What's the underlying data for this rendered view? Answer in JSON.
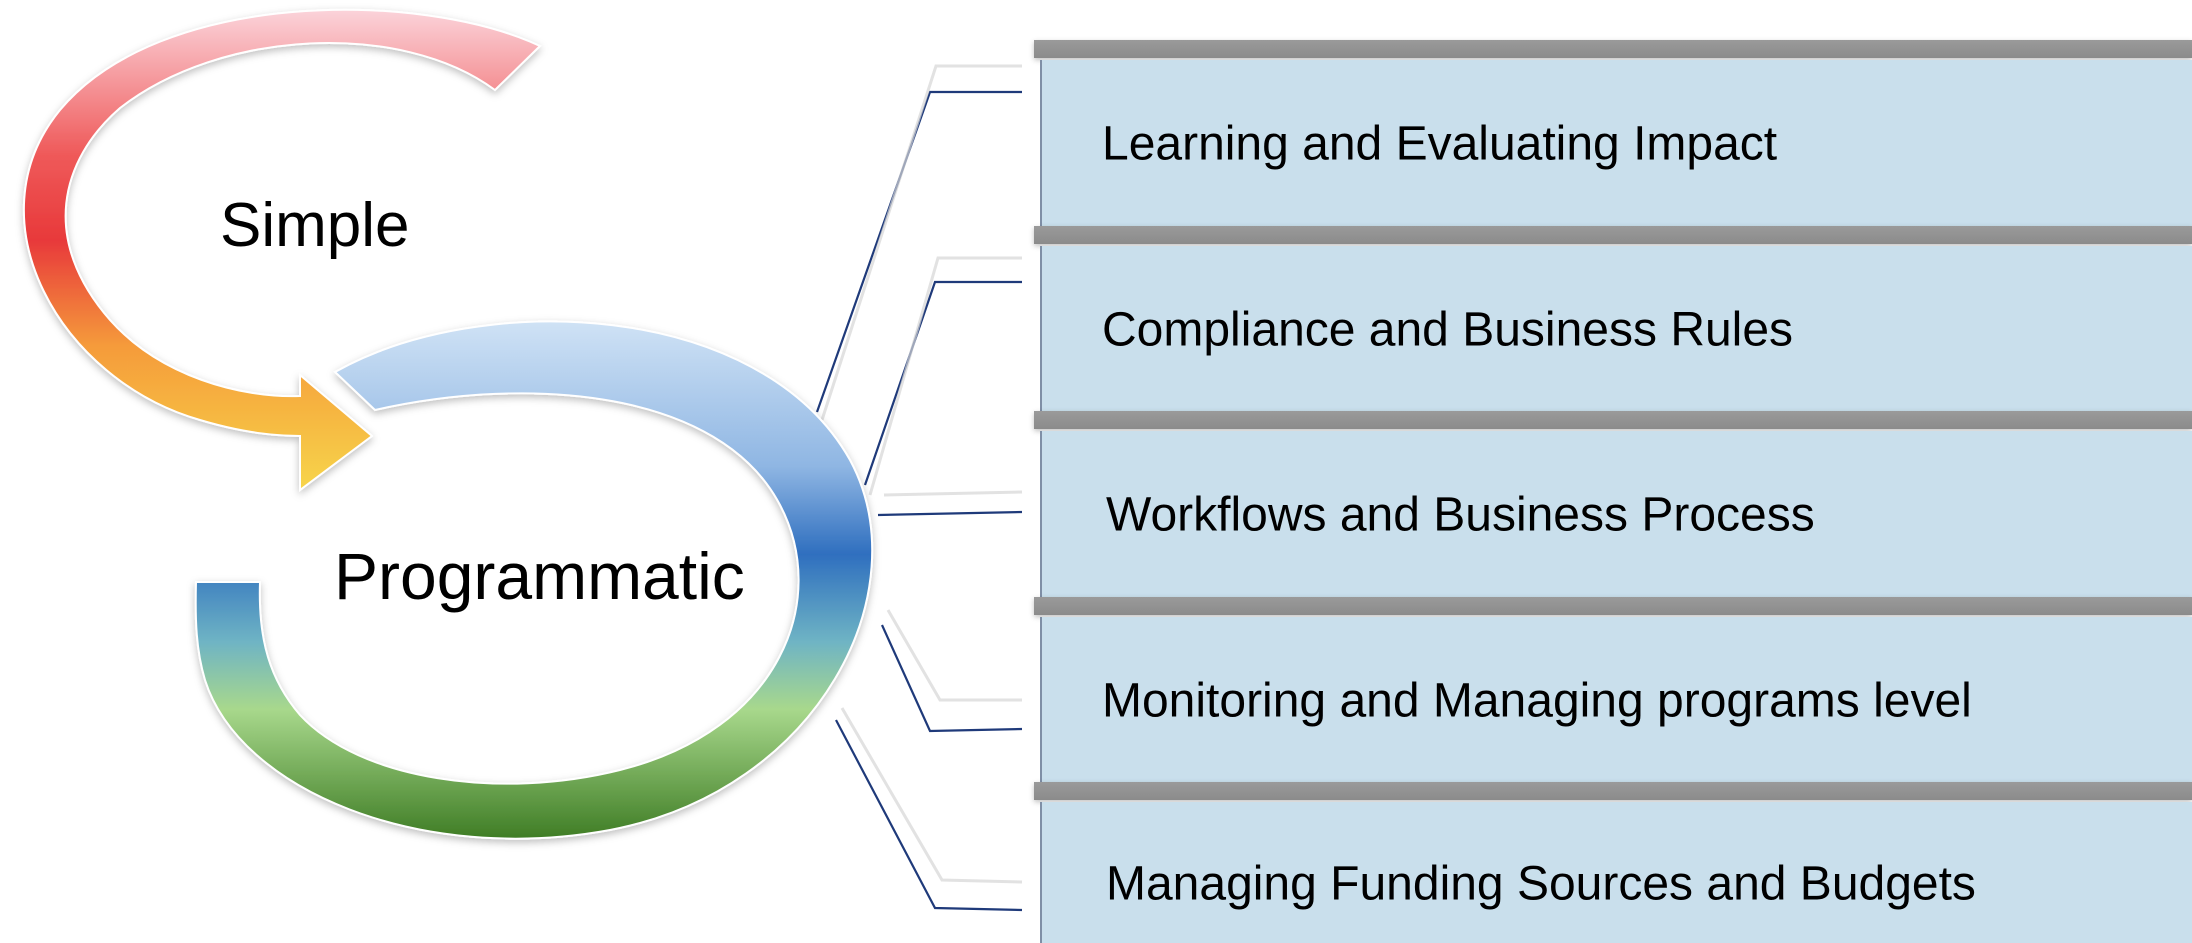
{
  "cycle": {
    "top_label": "Simple",
    "bottom_label": "Programmatic"
  },
  "items": [
    {
      "label": "Learning and Evaluating Impact"
    },
    {
      "label": "Compliance and Business Rules"
    },
    {
      "label": "Workflows and Business Process"
    },
    {
      "label": "Monitoring and Managing programs level"
    },
    {
      "label": "Managing Funding Sources and Budgets"
    }
  ],
  "colors": {
    "box_fill": "#c9dfec",
    "box_header": "#8f8f8f",
    "connector": "#1f3a7a",
    "arc_red": "#e8393a",
    "arc_yellow": "#f7d54a",
    "arc_blue": "#3b7bc4",
    "arc_green": "#4e8a2e"
  }
}
